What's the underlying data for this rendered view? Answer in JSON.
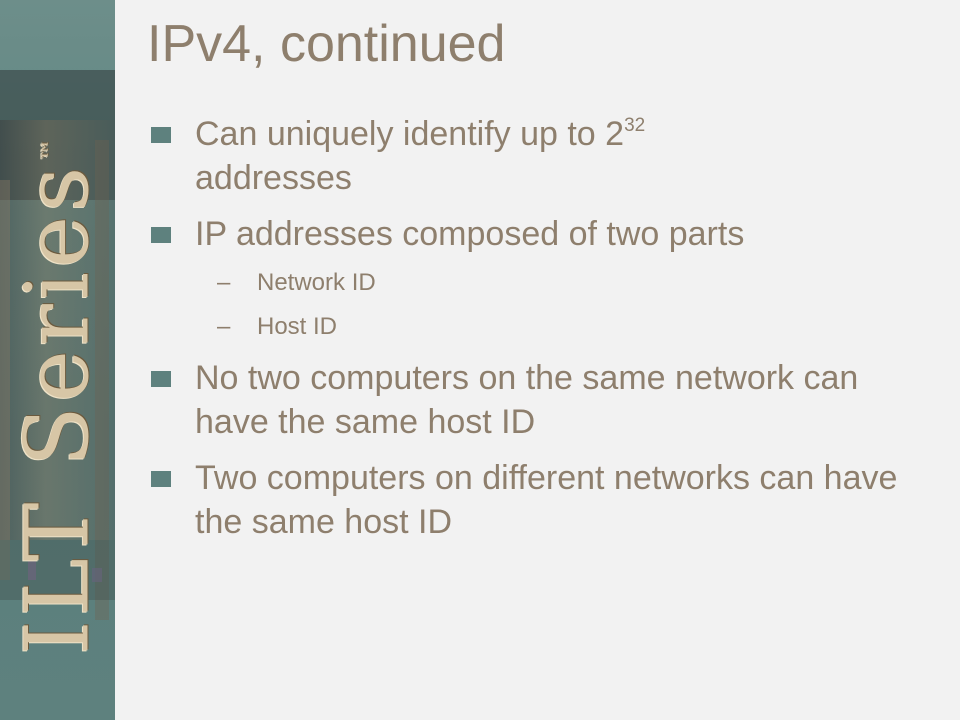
{
  "sidebar": {
    "logo_text": "ILT Series",
    "logo_tm": "™"
  },
  "slide": {
    "title": "IPv4, continued",
    "bullet_marker": "square",
    "sub_marker": "–",
    "bullets": [
      {
        "level": 1,
        "text": "Can uniquely identify up to 2",
        "superscript": "32",
        "text_after": " addresses"
      },
      {
        "level": 1,
        "text": "IP addresses composed of two parts"
      },
      {
        "level": 2,
        "text": "Network ID"
      },
      {
        "level": 2,
        "text": "Host ID"
      },
      {
        "level": 1,
        "text": "No two computers on the same network can have the same host ID"
      },
      {
        "level": 1,
        "text": "Two computers on different networks can have the same host ID"
      }
    ]
  },
  "colors": {
    "sidebar": "#5e817e",
    "text": "#8e7f6d",
    "background": "#f2f2f2",
    "logo": "#d7c6a6"
  }
}
